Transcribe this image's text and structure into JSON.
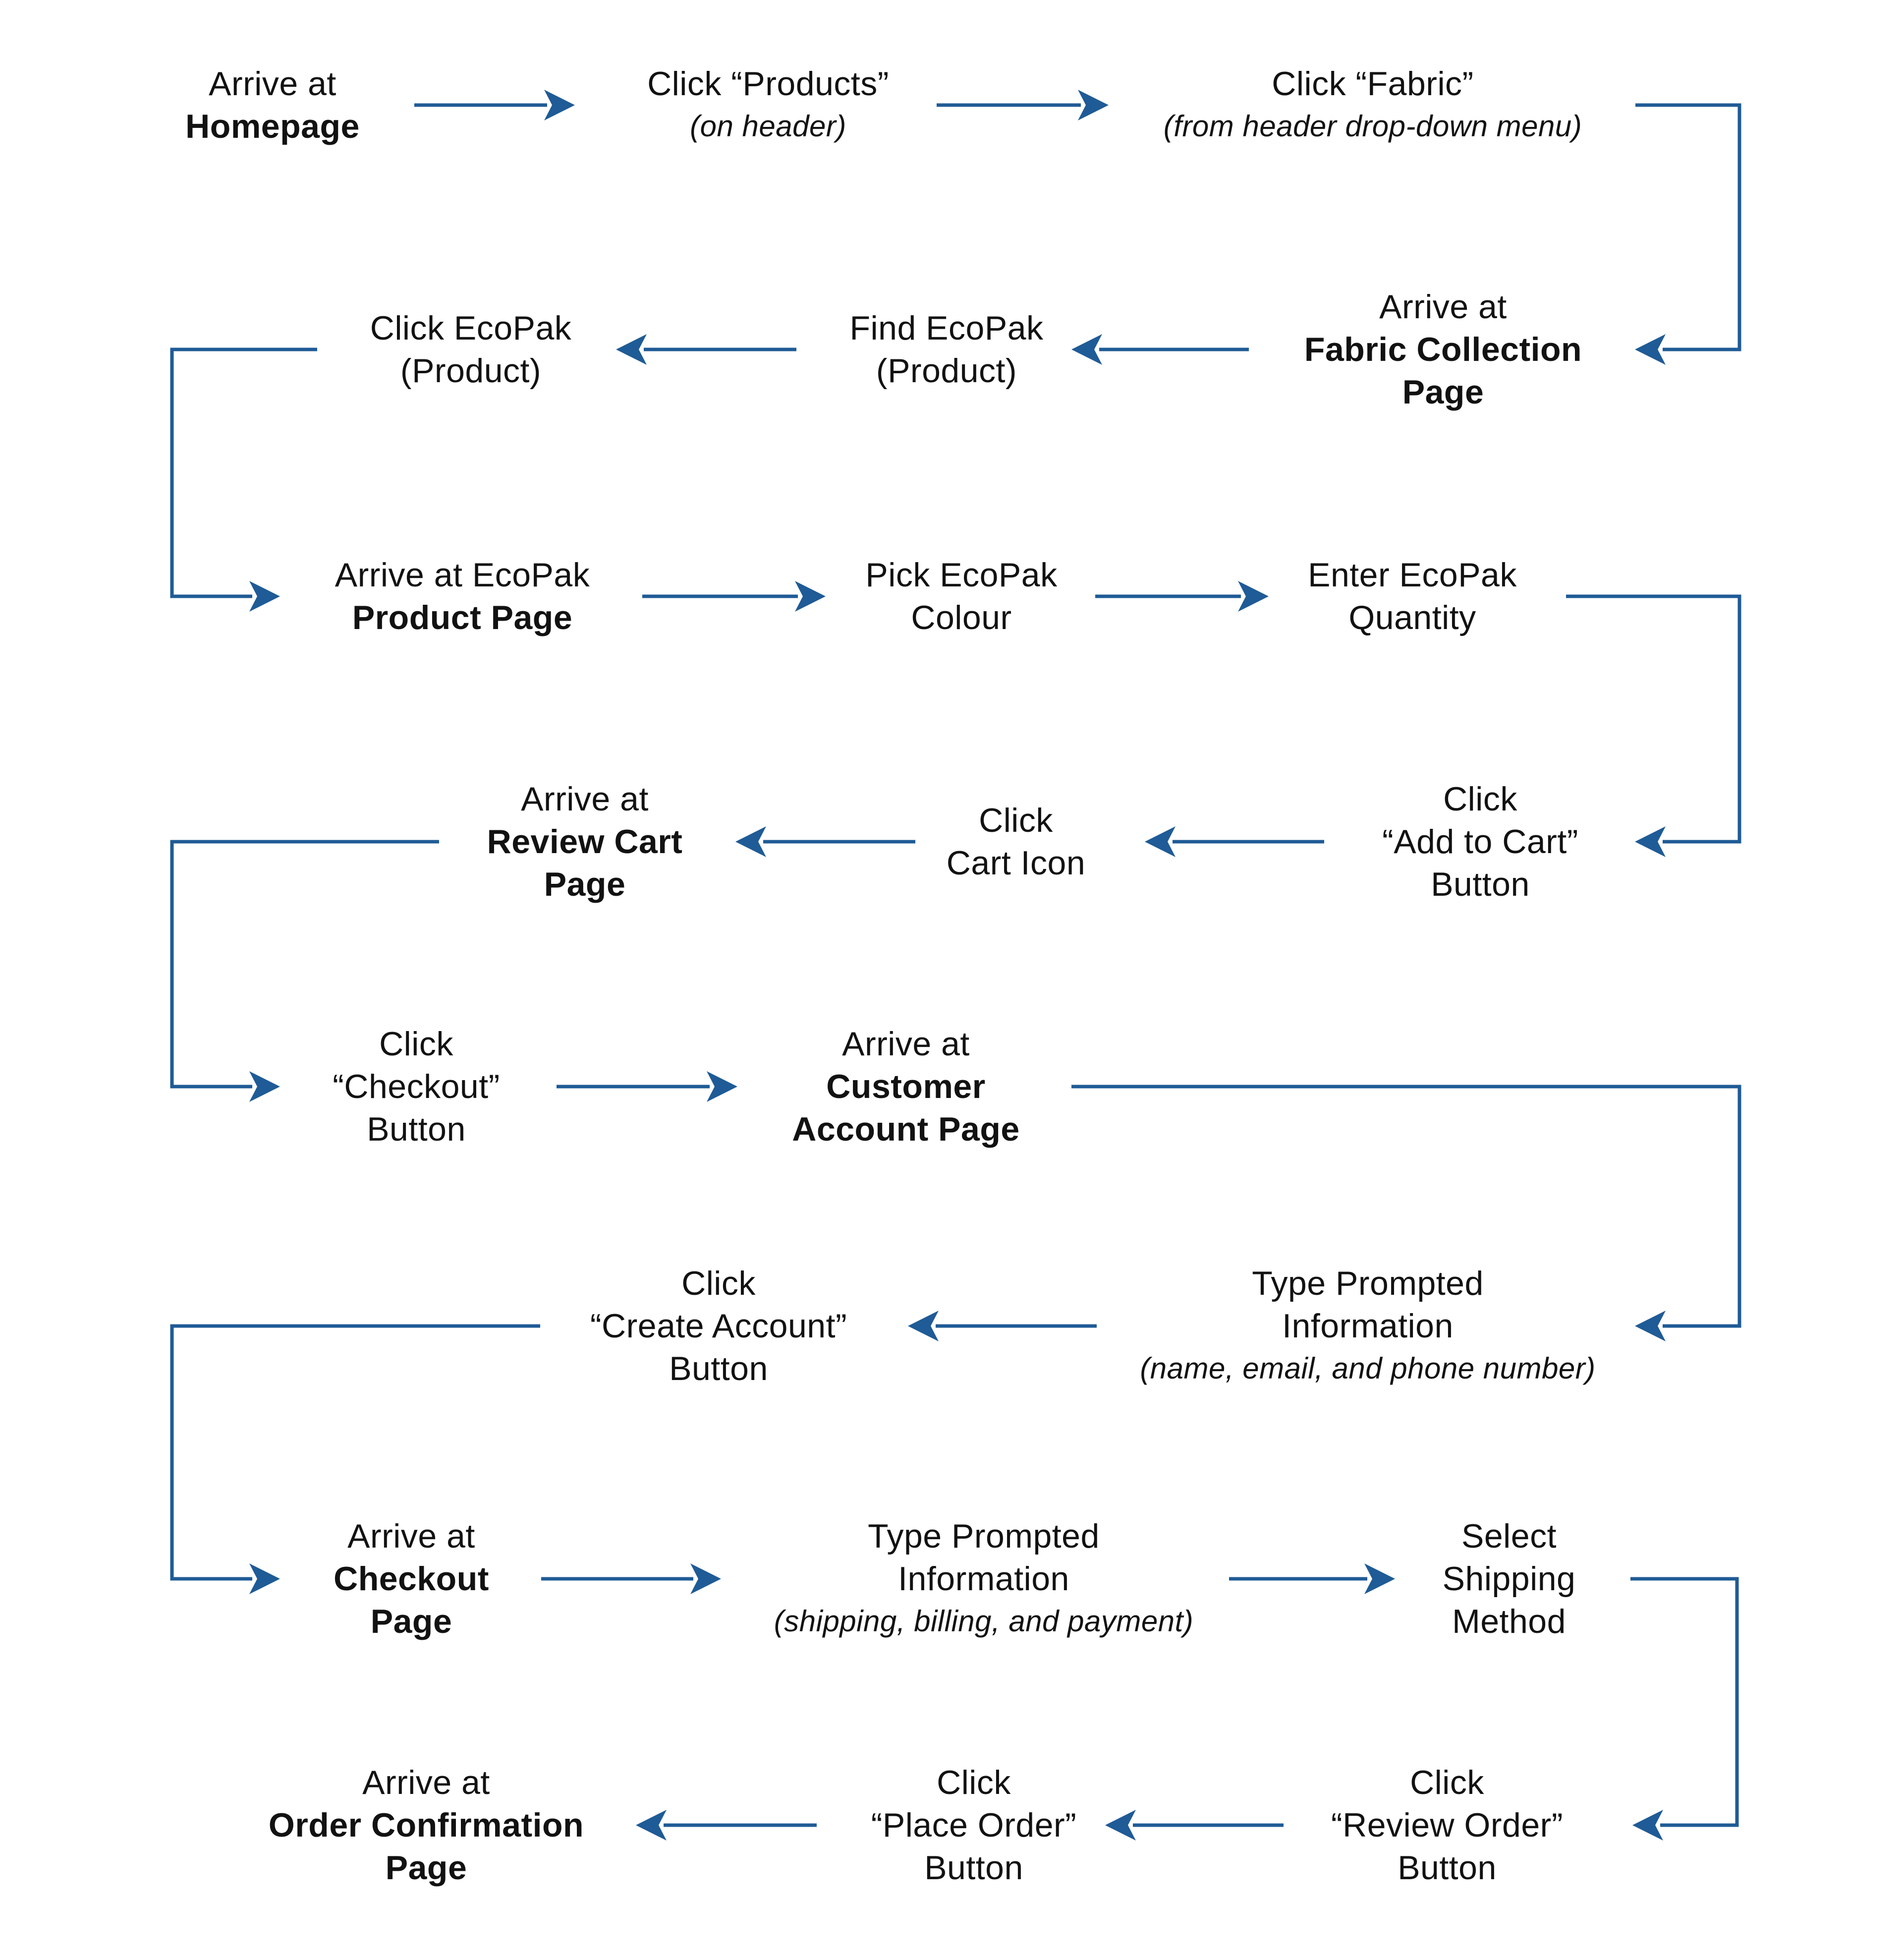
{
  "diagram_title": "",
  "colors": {
    "accent": "#1f5b96",
    "text": "#121212",
    "background": "#ffffff"
  },
  "nodes": [
    {
      "id": "arrive-homepage",
      "lines": [
        {
          "text": "Arrive at"
        },
        {
          "text": "Homepage"
        }
      ]
    },
    {
      "id": "click-products-header",
      "lines": [
        {
          "text": "Click “Products”"
        },
        {
          "text": "(on header)"
        }
      ]
    },
    {
      "id": "click-fabric-dropdown",
      "lines": [
        {
          "text": "Click “Fabric”"
        },
        {
          "text": "(from header drop-down menu)"
        }
      ]
    },
    {
      "id": "arrive-fabric-collection-page",
      "lines": [
        {
          "text": "Arrive at"
        },
        {
          "text": "Fabric Collection"
        },
        {
          "text": "Page"
        }
      ]
    },
    {
      "id": "find-ecopak-product",
      "lines": [
        {
          "text": "Find EcoPak"
        },
        {
          "text": "(Product)"
        }
      ]
    },
    {
      "id": "click-ecopak-product",
      "lines": [
        {
          "text": "Click EcoPak"
        },
        {
          "text": "(Product)"
        }
      ]
    },
    {
      "id": "arrive-ecopak-product-page",
      "lines": [
        {
          "text": "Arrive at EcoPak"
        },
        {
          "text": "Product Page"
        }
      ]
    },
    {
      "id": "pick-ecopak-colour",
      "lines": [
        {
          "text": "Pick EcoPak"
        },
        {
          "text": "Colour"
        }
      ]
    },
    {
      "id": "enter-ecopak-quantity",
      "lines": [
        {
          "text": "Enter EcoPak"
        },
        {
          "text": "Quantity"
        }
      ]
    },
    {
      "id": "click-add-to-cart-button",
      "lines": [
        {
          "text": "Click"
        },
        {
          "text": "“Add to Cart”"
        },
        {
          "text": "Button"
        }
      ]
    },
    {
      "id": "click-cart-icon",
      "lines": [
        {
          "text": "Click"
        },
        {
          "text": "Cart Icon"
        }
      ]
    },
    {
      "id": "arrive-review-cart-page",
      "lines": [
        {
          "text": "Arrive at"
        },
        {
          "text": "Review Cart"
        },
        {
          "text": "Page"
        }
      ]
    },
    {
      "id": "click-checkout-button",
      "lines": [
        {
          "text": "Click"
        },
        {
          "text": "“Checkout”"
        },
        {
          "text": "Button"
        }
      ]
    },
    {
      "id": "arrive-customer-account-page",
      "lines": [
        {
          "text": "Arrive at"
        },
        {
          "text": "Customer"
        },
        {
          "text": "Account Page"
        }
      ]
    },
    {
      "id": "type-info-name-email-phone",
      "lines": [
        {
          "text": "Type Prompted"
        },
        {
          "text": "Information"
        },
        {
          "text": "(name, email, and phone number)"
        }
      ]
    },
    {
      "id": "click-create-account-button",
      "lines": [
        {
          "text": "Click"
        },
        {
          "text": "“Create Account”"
        },
        {
          "text": "Button"
        }
      ]
    },
    {
      "id": "arrive-checkout-page",
      "lines": [
        {
          "text": "Arrive at"
        },
        {
          "text": "Checkout"
        },
        {
          "text": "Page"
        }
      ]
    },
    {
      "id": "type-info-shipping-billing-payment",
      "lines": [
        {
          "text": "Type Prompted"
        },
        {
          "text": "Information"
        },
        {
          "text": "(shipping, billing, and payment)"
        }
      ]
    },
    {
      "id": "select-shipping-method",
      "lines": [
        {
          "text": "Select"
        },
        {
          "text": "Shipping"
        },
        {
          "text": "Method"
        }
      ]
    },
    {
      "id": "click-review-order-button",
      "lines": [
        {
          "text": "Click"
        },
        {
          "text": "“Review Order”"
        },
        {
          "text": "Button"
        }
      ]
    },
    {
      "id": "click-place-order-button",
      "lines": [
        {
          "text": "Click"
        },
        {
          "text": "“Place Order”"
        },
        {
          "text": "Button"
        }
      ]
    },
    {
      "id": "arrive-order-confirmation-page",
      "lines": [
        {
          "text": "Arrive at"
        },
        {
          "text": "Order Confirmation"
        },
        {
          "text": "Page"
        }
      ]
    }
  ],
  "edges": [
    [
      "arrive-homepage",
      "click-products-header"
    ],
    [
      "click-products-header",
      "click-fabric-dropdown"
    ],
    [
      "click-fabric-dropdown",
      "arrive-fabric-collection-page"
    ],
    [
      "arrive-fabric-collection-page",
      "find-ecopak-product"
    ],
    [
      "find-ecopak-product",
      "click-ecopak-product"
    ],
    [
      "click-ecopak-product",
      "arrive-ecopak-product-page"
    ],
    [
      "arrive-ecopak-product-page",
      "pick-ecopak-colour"
    ],
    [
      "pick-ecopak-colour",
      "enter-ecopak-quantity"
    ],
    [
      "enter-ecopak-quantity",
      "click-add-to-cart-button"
    ],
    [
      "click-add-to-cart-button",
      "click-cart-icon"
    ],
    [
      "click-cart-icon",
      "arrive-review-cart-page"
    ],
    [
      "arrive-review-cart-page",
      "click-checkout-button"
    ],
    [
      "click-checkout-button",
      "arrive-customer-account-page"
    ],
    [
      "arrive-customer-account-page",
      "type-info-name-email-phone"
    ],
    [
      "type-info-name-email-phone",
      "click-create-account-button"
    ],
    [
      "click-create-account-button",
      "arrive-checkout-page"
    ],
    [
      "arrive-checkout-page",
      "type-info-shipping-billing-payment"
    ],
    [
      "type-info-shipping-billing-payment",
      "select-shipping-method"
    ],
    [
      "select-shipping-method",
      "click-review-order-button"
    ],
    [
      "click-review-order-button",
      "click-place-order-button"
    ],
    [
      "click-place-order-button",
      "arrive-order-confirmation-page"
    ]
  ]
}
